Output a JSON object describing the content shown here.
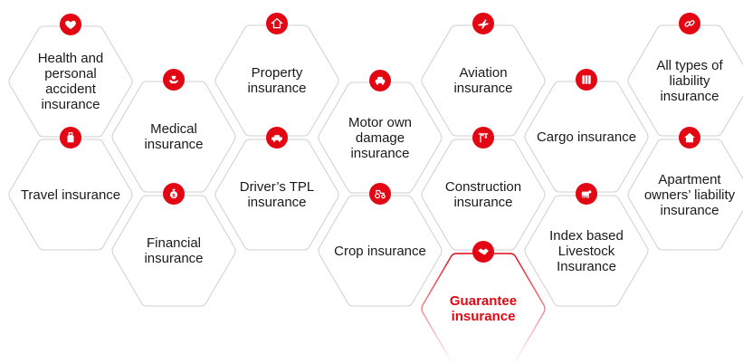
{
  "theme": {
    "accent": "#e30613",
    "border": "#cfcfcf",
    "text": "#1a1a1a"
  },
  "tiles": [
    {
      "id": "health",
      "label": "Health and personal accident insurance",
      "icon": "heart-icon"
    },
    {
      "id": "medical",
      "label": "Medical insurance",
      "icon": "hand-heart-icon"
    },
    {
      "id": "property",
      "label": "Property insurance",
      "icon": "house-icon"
    },
    {
      "id": "motor",
      "label": "Motor own damage insurance",
      "icon": "car-icon"
    },
    {
      "id": "aviation",
      "label": "Aviation insurance",
      "icon": "airplane-icon"
    },
    {
      "id": "cargo",
      "label": "Cargo insurance",
      "icon": "cargo-icon"
    },
    {
      "id": "liability",
      "label": "All types of liability insurance",
      "icon": "chain-link-icon"
    },
    {
      "id": "travel",
      "label": "Travel insurance",
      "icon": "luggage-icon"
    },
    {
      "id": "driver-tpl",
      "label": "Driver’s TPL insurance",
      "icon": "car-crash-icon"
    },
    {
      "id": "construction",
      "label": "Construction insurance",
      "icon": "crane-icon"
    },
    {
      "id": "apartment",
      "label": "Apartment owners’ liability insurance",
      "icon": "home-icon"
    },
    {
      "id": "financial",
      "label": "Financial insurance",
      "icon": "money-bag-icon"
    },
    {
      "id": "crop",
      "label": "Crop insurance",
      "icon": "tractor-icon"
    },
    {
      "id": "livestock",
      "label": "Index based Livestock Insurance",
      "icon": "cow-icon"
    },
    {
      "id": "guarantee",
      "label": "Guarantee insurance",
      "icon": "handshake-icon",
      "active": true
    }
  ]
}
